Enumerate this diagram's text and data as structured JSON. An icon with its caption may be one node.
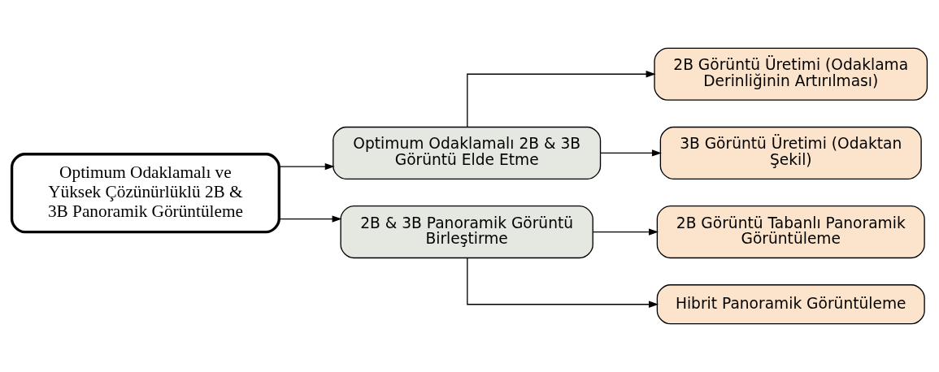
{
  "diagram": {
    "nodes": [
      {
        "text": [
          "Optimum Odaklamalı ve Yüksek Çözünürlüklü 2B & 3B Panoramik Görüntüleme"
        ]
      },
      {
        "text": [
          "Optimum Odaklamalı 2B & 3B Görüntü Elde Etme"
        ]
      },
      {
        "text": [
          "2B & 3B Panoramik Görüntü Birleştirme"
        ]
      },
      {
        "text": [
          "2B Görüntü Üretimi (Odaklama Derinliğinin Artırılması)"
        ]
      },
      {
        "text": [
          "3B Görüntü Üretimi (Odaktan Şekil)"
        ]
      },
      {
        "text": [
          "2B Görüntü Tabanlı Panoramik Görüntüleme"
        ]
      },
      {
        "text": [
          "Hibrit Panoramik Görüntüleme"
        ]
      }
    ],
    "edges": [
      {
        "from": 0,
        "to": 1,
        "arrow": "to"
      },
      {
        "from": 0,
        "to": 2,
        "arrow": "to"
      },
      {
        "from": 1,
        "to": 3,
        "arrow": "to"
      },
      {
        "from": 1,
        "to": 4,
        "arrow": "to"
      },
      {
        "from": 2,
        "to": 5,
        "arrow": "to"
      },
      {
        "from": 2,
        "to": 6,
        "arrow": "to"
      }
    ]
  }
}
